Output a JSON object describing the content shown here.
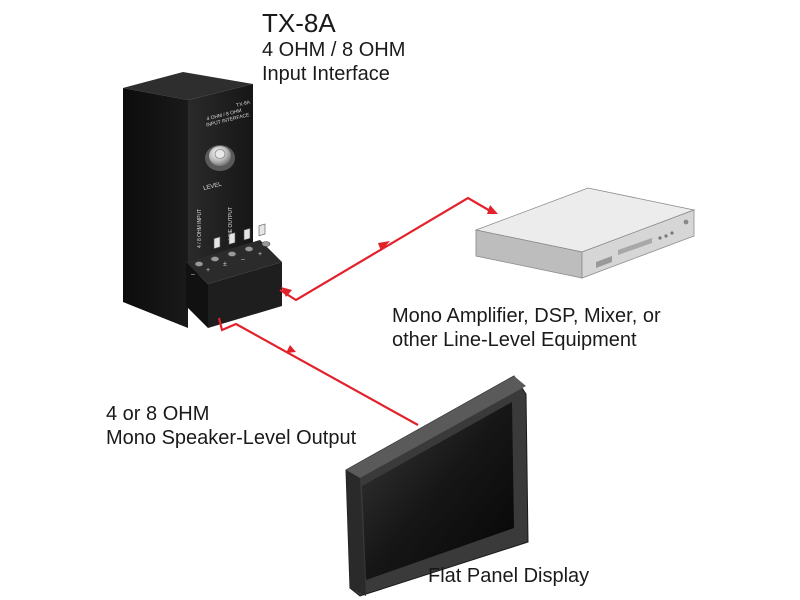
{
  "device": {
    "model": "TX-8A",
    "subtitle": "4 OHM / 8 OHM",
    "description": "Input Interface",
    "face_model": "TX-8A",
    "face_line1": "4 OHM / 8 OHM",
    "face_line2": "INPUT INTERFACE",
    "knob_label": "LEVEL",
    "input_label": "4 / 8 OHM INPUT",
    "output_label": "LINE OUTPUT"
  },
  "equipment": {
    "line1": "Mono Amplifier, DSP, Mixer, or",
    "line2": "other Line-Level Equipment"
  },
  "speaker_output": {
    "line1": "4 or 8 OHM",
    "line2": "Mono Speaker-Level Output"
  },
  "display": {
    "label": "Flat Panel Display"
  },
  "colors": {
    "cable": "#e3212b",
    "device_body": "#1c1c1c",
    "equipment_body": "#dcdcdc"
  }
}
